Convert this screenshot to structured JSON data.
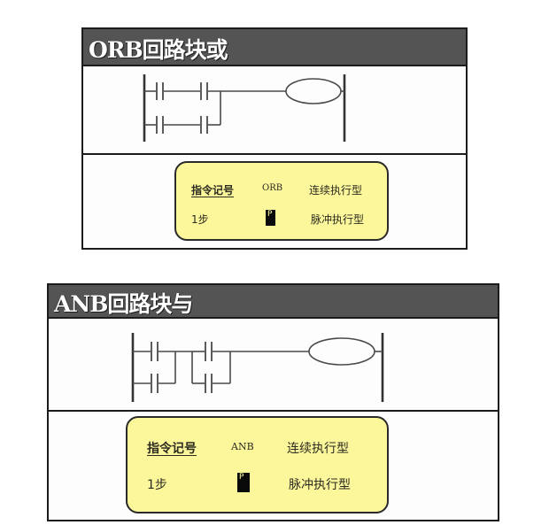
{
  "panels": [
    {
      "id": "orb",
      "title": "ORB回路块或",
      "diagram": {
        "type": "ladder",
        "description": "Two series branches (each with two NO contacts) connected in parallel, driving one output coil",
        "rungs": [
          {
            "contacts": 2,
            "connection": "series"
          },
          {
            "contacts": 2,
            "connection": "series"
          }
        ],
        "block_connection": "parallel",
        "output": "coil"
      },
      "info": {
        "label_instruction": "指令记号",
        "mnemonic": "ORB",
        "exec_continuous": "连续执行型",
        "steps": "1步",
        "pulse_symbol": "P",
        "exec_pulse": "脉冲执行型"
      }
    },
    {
      "id": "anb",
      "title": "ANB回路块与",
      "diagram": {
        "type": "ladder",
        "description": "Two parallel blocks (each with two NO contacts in parallel) connected in series, driving one output coil",
        "blocks": [
          {
            "contacts": 2,
            "connection": "parallel"
          },
          {
            "contacts": 2,
            "connection": "parallel"
          }
        ],
        "block_connection": "series",
        "output": "coil"
      },
      "info": {
        "label_instruction": "指令记号",
        "mnemonic": "ANB",
        "exec_continuous": "连续执行型",
        "steps": "1步",
        "pulse_symbol": "P",
        "exec_pulse": "脉冲执行型"
      }
    }
  ],
  "colors": {
    "title_bar": "#555454",
    "title_text": "#ffffff",
    "border": "#1c1c1c",
    "info_box_fill": "#fdf79c",
    "line": "#555555"
  }
}
